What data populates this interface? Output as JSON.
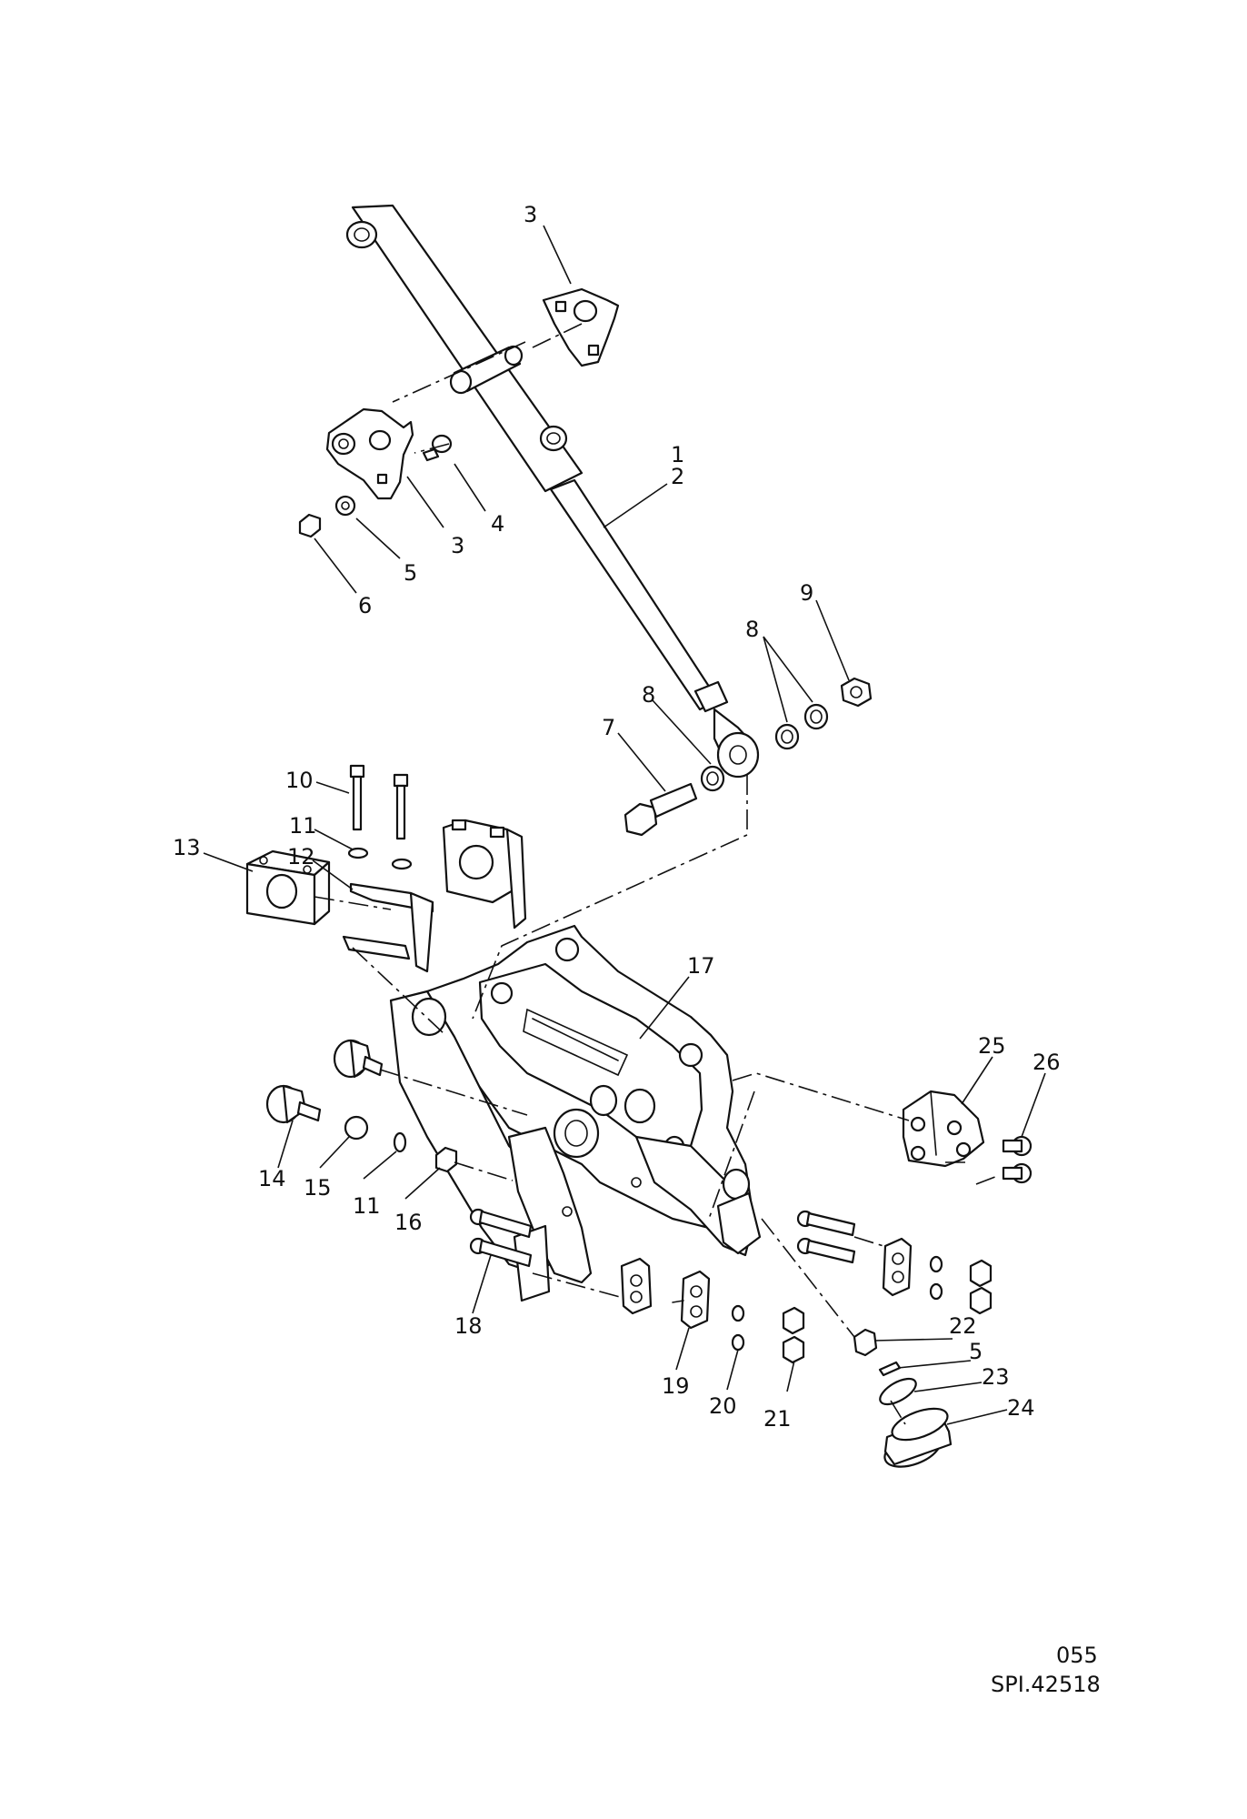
{
  "callouts": [
    {
      "id": "c-3a",
      "label": "3",
      "part": "bracket"
    },
    {
      "id": "c-1",
      "label": "1",
      "part": "steering-shaft"
    },
    {
      "id": "c-2",
      "label": "2",
      "part": "steering-shaft"
    },
    {
      "id": "c-4",
      "label": "4",
      "part": "bolt"
    },
    {
      "id": "c-3b",
      "label": "3",
      "part": "bracket"
    },
    {
      "id": "c-5a",
      "label": "5",
      "part": "washer"
    },
    {
      "id": "c-6",
      "label": "6",
      "part": "nut"
    },
    {
      "id": "c-9",
      "label": "9",
      "part": "nut"
    },
    {
      "id": "c-8a",
      "label": "8",
      "part": "bushing"
    },
    {
      "id": "c-8b",
      "label": "8",
      "part": "bushing"
    },
    {
      "id": "c-7",
      "label": "7",
      "part": "bolt"
    },
    {
      "id": "c-10",
      "label": "10",
      "part": "bolt"
    },
    {
      "id": "c-11a",
      "label": "11",
      "part": "washer"
    },
    {
      "id": "c-12",
      "label": "12",
      "part": "clamp-plate"
    },
    {
      "id": "c-13",
      "label": "13",
      "part": "clamp-block"
    },
    {
      "id": "c-17",
      "label": "17",
      "part": "pedal-bracket"
    },
    {
      "id": "c-25",
      "label": "25",
      "part": "pivot-bracket"
    },
    {
      "id": "c-26",
      "label": "26",
      "part": "screw"
    },
    {
      "id": "c-14",
      "label": "14",
      "part": "stop-buffer"
    },
    {
      "id": "c-15",
      "label": "15",
      "part": "washer"
    },
    {
      "id": "c-11b",
      "label": "11",
      "part": "washer"
    },
    {
      "id": "c-16",
      "label": "16",
      "part": "nut"
    },
    {
      "id": "c-18",
      "label": "18",
      "part": "bolt"
    },
    {
      "id": "c-19",
      "label": "19",
      "part": "clamp"
    },
    {
      "id": "c-20",
      "label": "20",
      "part": "washer"
    },
    {
      "id": "c-21",
      "label": "21",
      "part": "nut"
    },
    {
      "id": "c-22",
      "label": "22",
      "part": "screw"
    },
    {
      "id": "c-5b",
      "label": "5",
      "part": "washer"
    },
    {
      "id": "c-23",
      "label": "23",
      "part": "plate"
    },
    {
      "id": "c-24",
      "label": "24",
      "part": "pedal-pad"
    }
  ],
  "figure": {
    "number": "055",
    "reference": "SPI.42518"
  }
}
